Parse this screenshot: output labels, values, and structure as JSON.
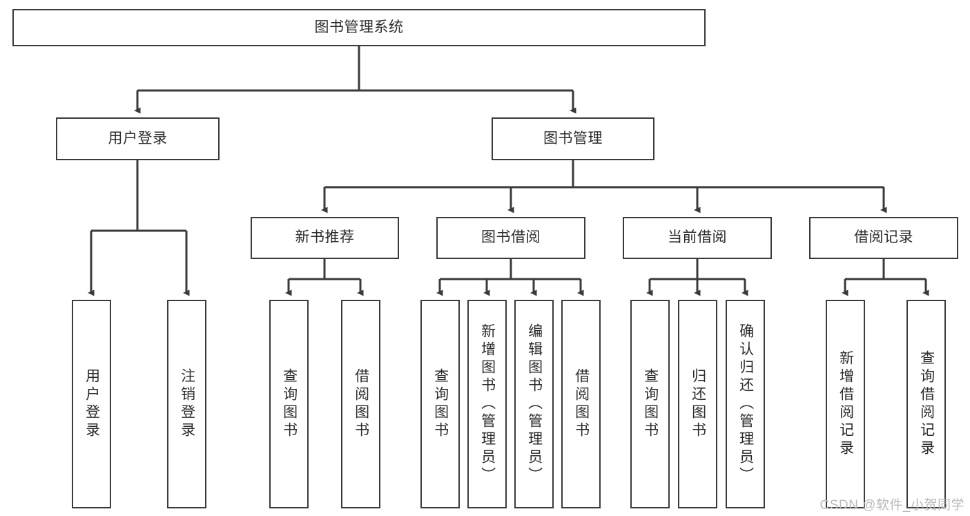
{
  "diagram": {
    "type": "tree-hierarchy",
    "title": "图书管理系统",
    "watermark": "CSDN @软件_小贺同学",
    "colors": {
      "box_stroke": "#3a3a3a",
      "box_fill": "#ffffff",
      "connector": "#3a3a3a",
      "text": "#2b2b2b",
      "watermark": "#b9b9b9"
    },
    "levels": {
      "root": {
        "label": "图书管理系统"
      },
      "level2": [
        {
          "id": "user-login",
          "label": "用户登录"
        },
        {
          "id": "book-management",
          "label": "图书管理"
        }
      ],
      "level3": [
        {
          "id": "new-book-recommend",
          "label": "新书推荐",
          "parent": "book-management"
        },
        {
          "id": "book-borrow",
          "label": "图书借阅",
          "parent": "book-management"
        },
        {
          "id": "current-borrow",
          "label": "当前借阅",
          "parent": "book-management"
        },
        {
          "id": "borrow-record",
          "label": "借阅记录",
          "parent": "book-management"
        }
      ],
      "leaves": [
        {
          "id": "leaf-user-login",
          "label": "用户登录",
          "parent": "user-login"
        },
        {
          "id": "leaf-logout",
          "label": "注销登录",
          "parent": "user-login"
        },
        {
          "id": "leaf-query-book-1",
          "label": "查询图书",
          "parent": "new-book-recommend"
        },
        {
          "id": "leaf-borrow-book-1",
          "label": "借阅图书",
          "parent": "new-book-recommend"
        },
        {
          "id": "leaf-query-book-2",
          "label": "查询图书",
          "parent": "book-borrow"
        },
        {
          "id": "leaf-add-book",
          "label": "新增图书（管理员）",
          "parent": "book-borrow"
        },
        {
          "id": "leaf-edit-book",
          "label": "编辑图书（管理员）",
          "parent": "book-borrow"
        },
        {
          "id": "leaf-borrow-book-2",
          "label": "借阅图书",
          "parent": "book-borrow"
        },
        {
          "id": "leaf-query-book-3",
          "label": "查询图书",
          "parent": "current-borrow"
        },
        {
          "id": "leaf-return-book",
          "label": "归还图书",
          "parent": "current-borrow"
        },
        {
          "id": "leaf-confirm-return",
          "label": "确认归还（管理员）",
          "parent": "current-borrow"
        },
        {
          "id": "leaf-add-record",
          "label": "新增借阅记录",
          "parent": "borrow-record"
        },
        {
          "id": "leaf-query-record",
          "label": "查询借阅记录",
          "parent": "borrow-record"
        }
      ]
    }
  }
}
